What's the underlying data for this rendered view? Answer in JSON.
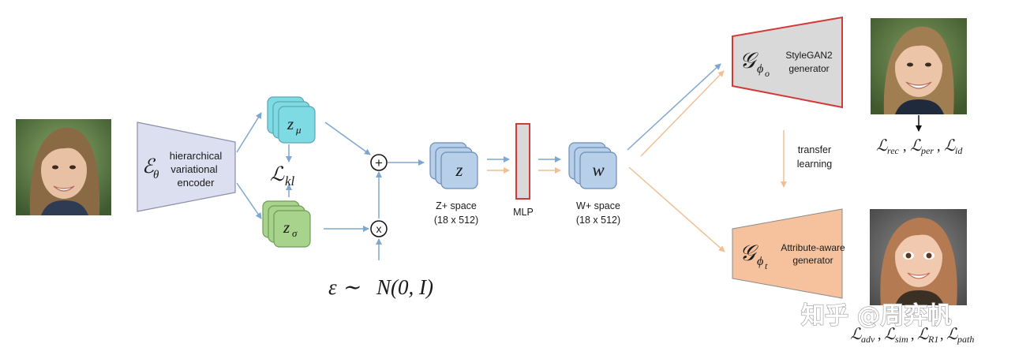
{
  "encoder": {
    "symbol": "ℰ",
    "subscript": "θ",
    "label_line1": "hierarchical",
    "label_line2": "variational",
    "label_line3": "encoder"
  },
  "latent": {
    "z_mu": "z",
    "z_mu_sub": "μ",
    "z_sigma": "z",
    "z_sigma_sub": "σ",
    "loss_kl": "ℒ",
    "loss_kl_sub": "kl"
  },
  "ops": {
    "plus": "+",
    "times": "x"
  },
  "noise": {
    "epsilon": "ε ∼",
    "dist": "N(0, I)"
  },
  "zspace": {
    "symbol": "z",
    "label_line1": "Z+ space",
    "label_line2": "(18 x 512)"
  },
  "mlp": {
    "label": "MLP"
  },
  "wspace": {
    "symbol": "w",
    "label_line1": "W+ space",
    "label_line2": "(18 x 512)"
  },
  "generator_o": {
    "symbol": "𝒢",
    "sub": "ϕ",
    "sub2": "o",
    "label_line1": "StyleGAN2",
    "label_line2": "generator"
  },
  "generator_t": {
    "symbol": "𝒢",
    "sub": "ϕ",
    "sub2": "t",
    "label_line1": "Attribute-aware",
    "label_line2": "generator"
  },
  "transfer": {
    "line1": "transfer",
    "line2": "learning"
  },
  "losses_top": "ℒ_rec, ℒ_per, ℒ_id",
  "losses_top_parts": [
    {
      "s": "ℒ",
      "sub": "rec"
    },
    {
      "s": "ℒ",
      "sub": "per"
    },
    {
      "s": "ℒ",
      "sub": "id"
    }
  ],
  "losses_bottom_parts": [
    {
      "s": "ℒ",
      "sub": "adv"
    },
    {
      "s": "ℒ",
      "sub": "sim"
    },
    {
      "s": "ℒ",
      "sub": "R1"
    },
    {
      "s": "ℒ",
      "sub": "path"
    }
  ],
  "watermark": "知乎 @周弈帆",
  "colors": {
    "arrow_blue": "#7ea7cf",
    "arrow_orange": "#f0bf94",
    "encoder_fill": "#dcdff0",
    "z_mu_fill": "#7fdbe3",
    "z_sigma_fill": "#a8d38d",
    "zw_fill": "#b7cfe9",
    "mlp_border": "#d23a3a",
    "gen_o_fill": "#d9d9d9",
    "gen_t_fill": "#f6c29d"
  }
}
